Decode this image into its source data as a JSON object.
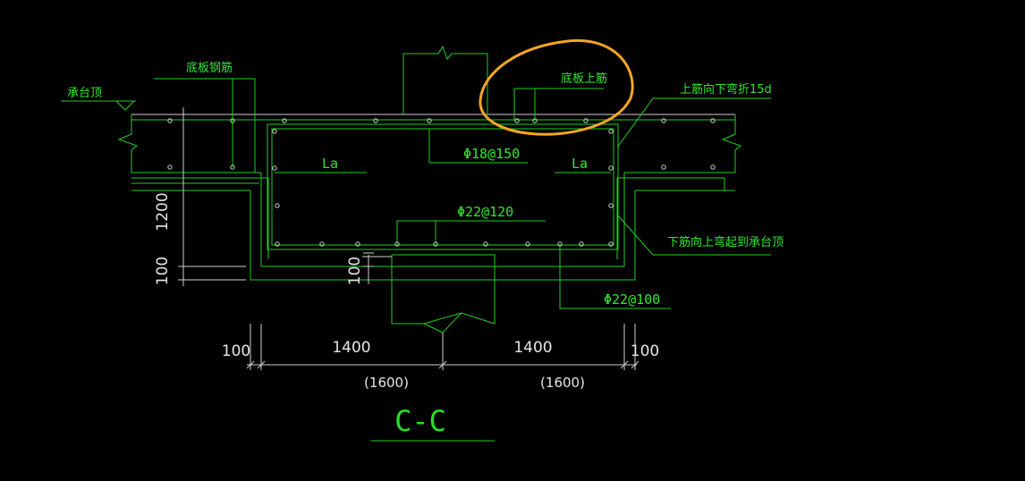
{
  "labels": {
    "cap_top": "承台顶",
    "bottom_slab_rebar": "底板钢筋",
    "bottom_slab_top_rebar": "底板上筋",
    "top_bar_bend_down": "上筋向下弯折15d",
    "bottom_bar_bend_up": "下筋向上弯起到承台顶",
    "la_left": "La",
    "la_right": "La",
    "rebar_top": "Φ18@150",
    "rebar_bottom": "Φ22@120",
    "rebar_side": "Φ22@100"
  },
  "dimensions": {
    "height_1200": "1200",
    "left_100": "100",
    "mid_100": "100",
    "bottom_left_100": "100",
    "bottom_right_100": "100",
    "span_left": "1400",
    "span_right": "1400",
    "span_left_alt": "(1600)",
    "span_right_alt": "(1600)"
  },
  "section_title": "C-C",
  "colors": {
    "background": "#000000",
    "lines": "#1fd01f",
    "text_green": "#2ee82e",
    "text_white": "#e6e6e6",
    "highlight": "#f5a623"
  }
}
